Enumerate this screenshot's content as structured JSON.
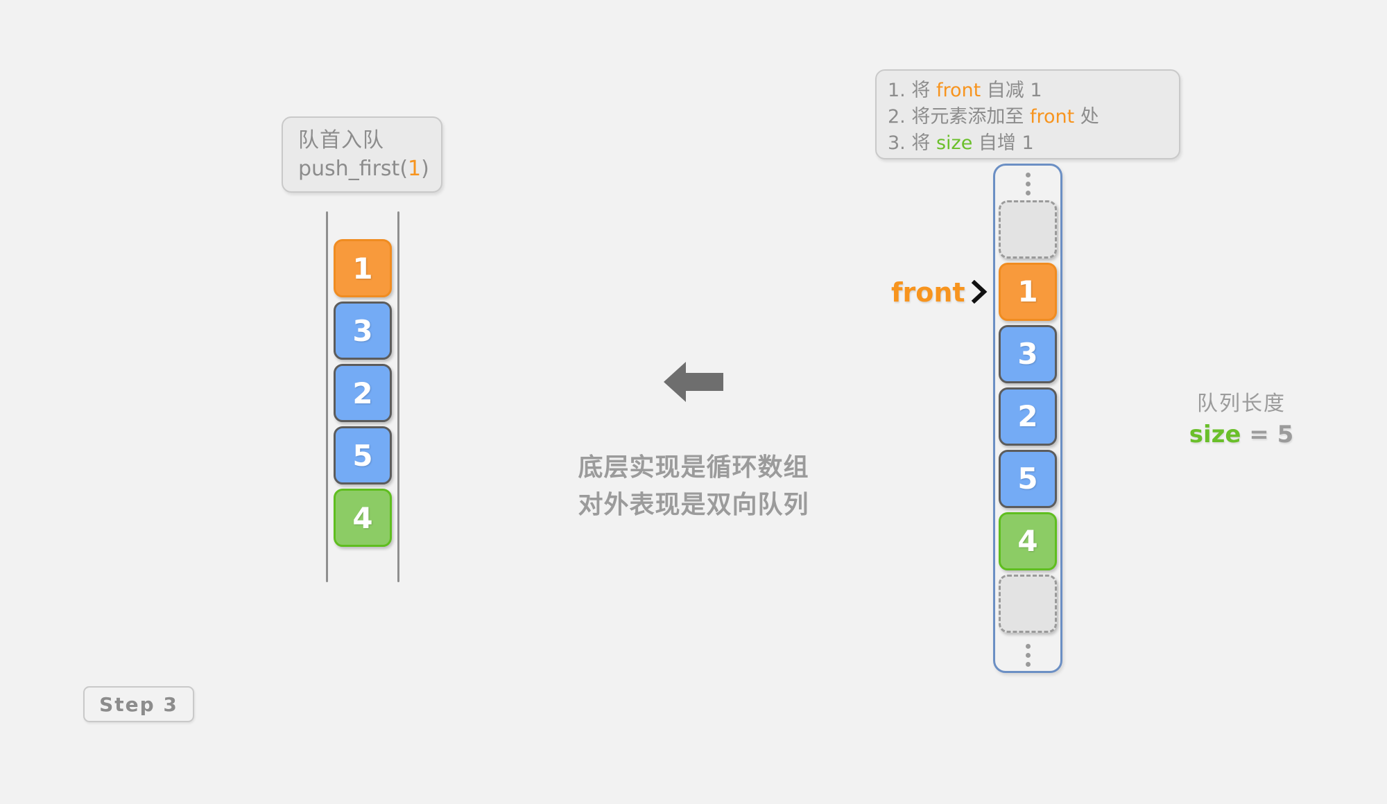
{
  "background": "#f2f2f2",
  "colors": {
    "orange": "#f89a3c",
    "blue": "#74abf5",
    "green": "#8ccc65",
    "empty": "#e3e3e3",
    "gray_text": "#8c8c8c",
    "container_border": "#6b8fc4",
    "accent_orange": "#f7941e",
    "accent_green": "#6abf2a"
  },
  "operation_box": {
    "title": "队首入队",
    "call_prefix": "push_first(",
    "call_arg": "1",
    "call_suffix": ")"
  },
  "deque_view": {
    "label": "deque-rails",
    "cells": [
      {
        "value": "1",
        "color": "orange"
      },
      {
        "value": "3",
        "color": "blue"
      },
      {
        "value": "2",
        "color": "blue"
      },
      {
        "value": "5",
        "color": "blue"
      },
      {
        "value": "4",
        "color": "green"
      }
    ]
  },
  "center": {
    "arrow_direction": "left",
    "caption_line1": "底层实现是循环数组",
    "caption_line2": "对外表现是双向队列"
  },
  "steps_box": {
    "rows": [
      {
        "num": "1.",
        "pre": "将 ",
        "tok": "front",
        "tok_color": "orange",
        "post": " 自减 1"
      },
      {
        "num": "2.",
        "pre": "将元素添加至 ",
        "tok": "front",
        "tok_color": "orange",
        "post": " 处"
      },
      {
        "num": "3.",
        "pre": "将 ",
        "tok": "size",
        "tok_color": "green",
        "post": " 自增 1"
      }
    ]
  },
  "circular_array": {
    "top_dots": "⋮",
    "bottom_dots": "⋮",
    "cells": [
      {
        "value": "",
        "color": "empty"
      },
      {
        "value": "1",
        "color": "orange"
      },
      {
        "value": "3",
        "color": "blue"
      },
      {
        "value": "2",
        "color": "blue"
      },
      {
        "value": "5",
        "color": "blue"
      },
      {
        "value": "4",
        "color": "green"
      },
      {
        "value": "",
        "color": "empty"
      }
    ]
  },
  "front_pointer": {
    "label": "front",
    "arrow": "›",
    "points_to_value": "1"
  },
  "size_info": {
    "title": "队列长度",
    "var_name": "size",
    "equals": " = ",
    "value": "5"
  },
  "step_badge": {
    "label": "Step 3"
  }
}
